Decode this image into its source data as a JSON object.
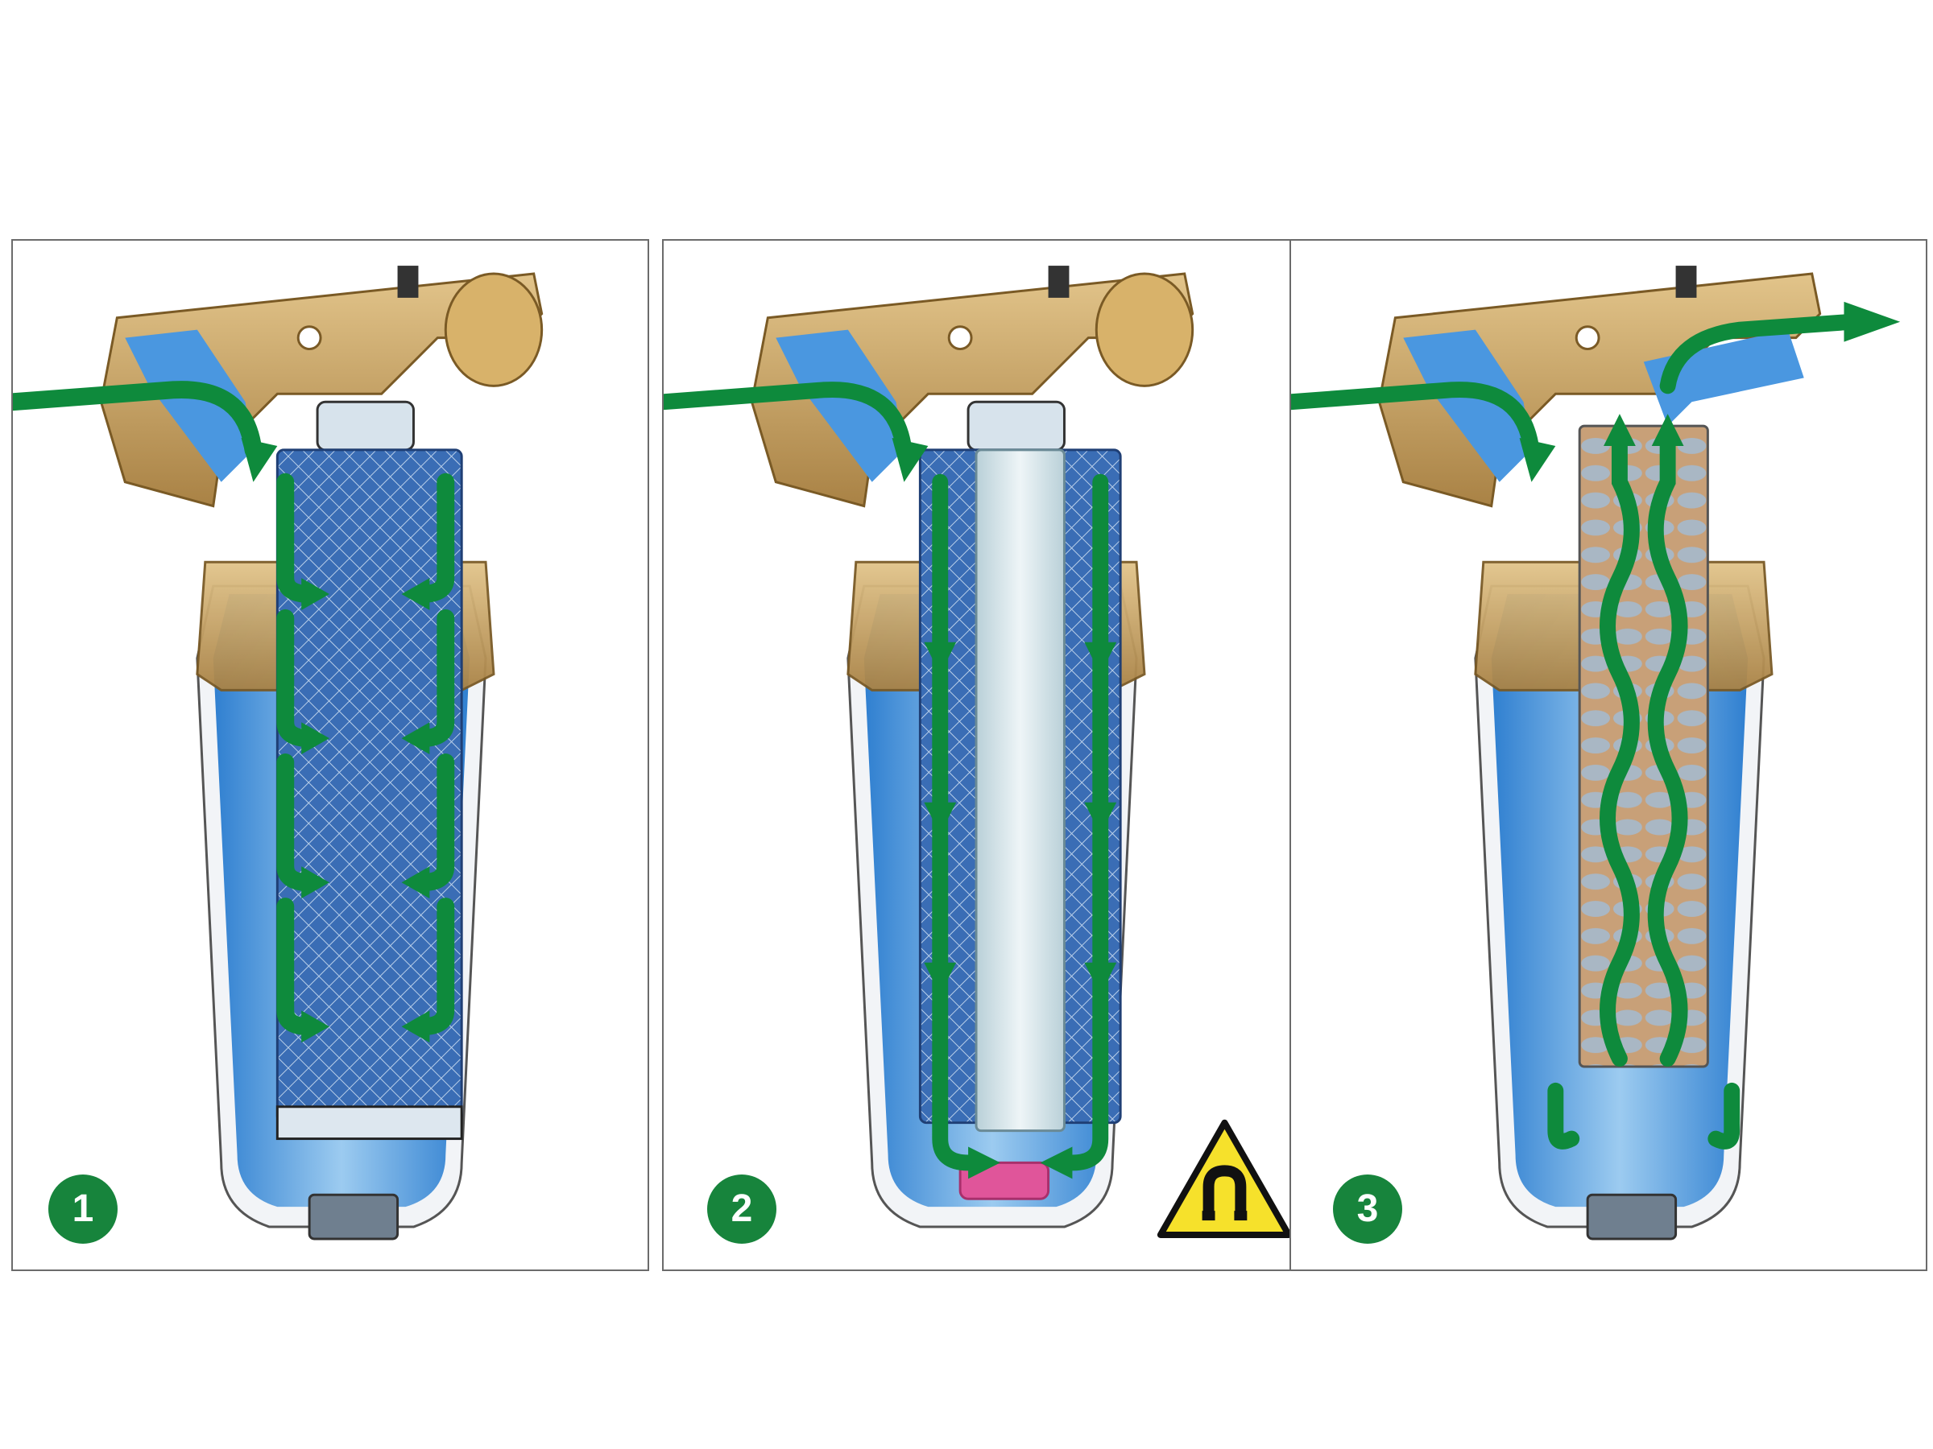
{
  "colors": {
    "arrow": "#0e8a3c",
    "badge": "#17843c",
    "brass": "#c9a261",
    "brass_dark": "#9a7436",
    "water": "#3f8fd8",
    "water_light": "#a9d3f2",
    "housing": "#f3f5f7",
    "mesh": "#2f5ea8",
    "magnet_plug": "#e0559a",
    "warning_yellow": "#f6e12b"
  },
  "panels": [
    {
      "number": "1",
      "element": "mesh-cartridge",
      "icon": "flow-arrows-icon"
    },
    {
      "number": "2",
      "element": "magnetic-cartridge",
      "icon": "magnet-warning-icon"
    },
    {
      "number": "3",
      "element": "spiral-cartridge",
      "icon": "outlet-arrow-icon"
    }
  ]
}
